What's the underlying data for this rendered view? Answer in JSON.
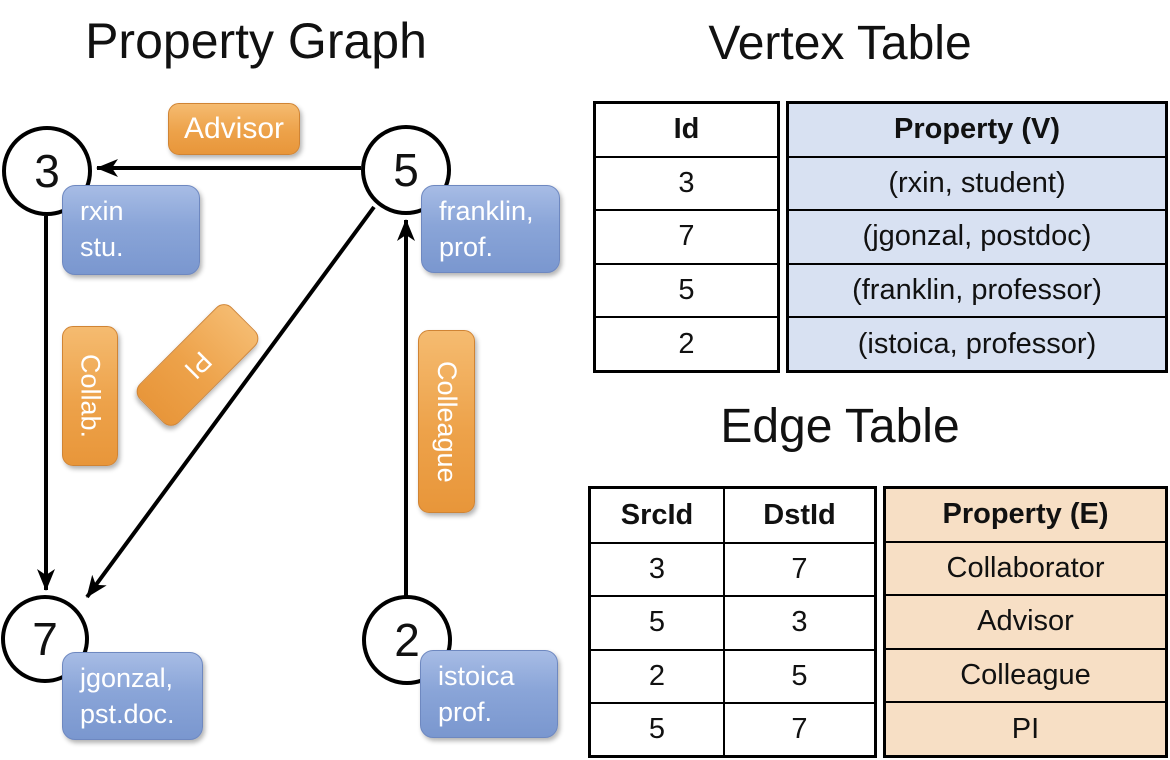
{
  "titles": {
    "graph": "Property Graph",
    "vertex_table": "Vertex Table",
    "edge_table": "Edge Table"
  },
  "graph": {
    "nodes": [
      {
        "id": "3"
      },
      {
        "id": "5"
      },
      {
        "id": "7"
      },
      {
        "id": "2"
      }
    ],
    "node_properties": [
      {
        "node": "3",
        "line1": "rxin",
        "line2": "stu."
      },
      {
        "node": "5",
        "line1": "franklin,",
        "line2": "prof."
      },
      {
        "node": "7",
        "line1": "jgonzal,",
        "line2": "pst.doc."
      },
      {
        "node": "2",
        "line1": "istoica",
        "line2": "prof."
      }
    ],
    "edge_labels": [
      {
        "label": "Advisor"
      },
      {
        "label": "Collab."
      },
      {
        "label": "PI"
      },
      {
        "label": "Colleague"
      }
    ]
  },
  "vertex_table": {
    "headers": {
      "id": "Id",
      "property": "Property (V)"
    },
    "rows": [
      {
        "id": "3",
        "property": "(rxin, student)"
      },
      {
        "id": "7",
        "property": "(jgonzal, postdoc)"
      },
      {
        "id": "5",
        "property": "(franklin, professor)"
      },
      {
        "id": "2",
        "property": "(istoica, professor)"
      }
    ]
  },
  "edge_table": {
    "headers": {
      "src": "SrcId",
      "dst": "DstId",
      "property": "Property (E)"
    },
    "rows": [
      {
        "src": "3",
        "dst": "7",
        "property": "Collaborator"
      },
      {
        "src": "5",
        "dst": "3",
        "property": "Advisor"
      },
      {
        "src": "2",
        "dst": "5",
        "property": "Colleague"
      },
      {
        "src": "5",
        "dst": "7",
        "property": "PI"
      }
    ]
  },
  "colors": {
    "edge_label_orange": "#e8963a",
    "property_box_blue": "#7a97cf",
    "vertex_fill_blue": "#d8e1f2",
    "edge_fill_peach": "#f7dfc5",
    "line_black": "#000000"
  }
}
